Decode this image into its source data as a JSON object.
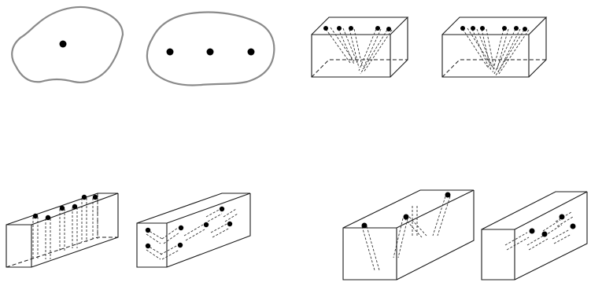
{
  "figures": [
    {
      "id": "blob-single",
      "kind": "outline",
      "hole_count": 1
    },
    {
      "id": "blob-triple",
      "kind": "outline",
      "hole_count": 3
    },
    {
      "id": "block-fan-a",
      "kind": "block",
      "pattern": "converging"
    },
    {
      "id": "block-fan-b",
      "kind": "block",
      "pattern": "converging"
    },
    {
      "id": "block-long-vertical",
      "kind": "block",
      "pattern": "vertical"
    },
    {
      "id": "block-long-angled",
      "kind": "block",
      "pattern": "angled"
    },
    {
      "id": "block-zigzag",
      "kind": "block",
      "pattern": "zigzag"
    },
    {
      "id": "block-diagonal",
      "kind": "block",
      "pattern": "diagonal"
    }
  ],
  "colors": {
    "outline": "#8a8a8a",
    "ink": "#1a1a1a",
    "dot": "#000000",
    "background": "#ffffff"
  }
}
